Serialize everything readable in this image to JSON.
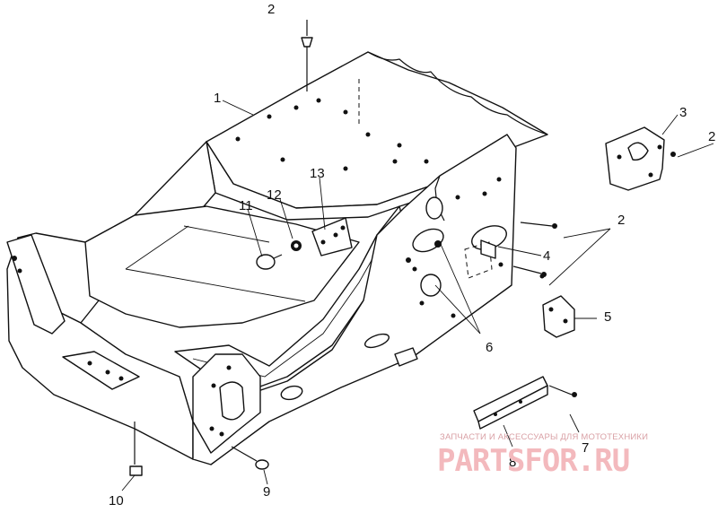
{
  "callouts": {
    "c1": "1",
    "c2_top": "2",
    "c2_right": "2",
    "c2_mid": "2",
    "c3": "3",
    "c4": "4",
    "c5": "5",
    "c6": "6",
    "c7": "7",
    "c8": "8",
    "c9": "9",
    "c10": "10",
    "c11": "11",
    "c12": "12",
    "c13": "13"
  },
  "watermark": {
    "subtitle": "ЗАПЧАСТИ И АКСЕССУАРЫ ДЛЯ МОТОТЕХНИКИ",
    "brand": "PARTSFOR.RU"
  }
}
